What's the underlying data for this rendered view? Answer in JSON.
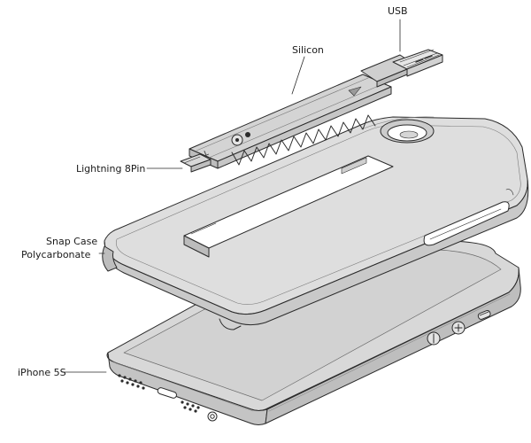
{
  "diagram": {
    "labels": {
      "usb": "USB",
      "silicon": "Silicon",
      "lightning": "Lightning 8Pin",
      "snap_case_line1": "Snap Case",
      "snap_case_line2": "Polycarbonate",
      "iphone": "iPhone 5S"
    },
    "colors": {
      "line": "#2b2b2b",
      "fill_light": "#dcdcdc",
      "fill_mid": "#cfcfcf",
      "fill_dark": "#b9b9b9"
    }
  }
}
